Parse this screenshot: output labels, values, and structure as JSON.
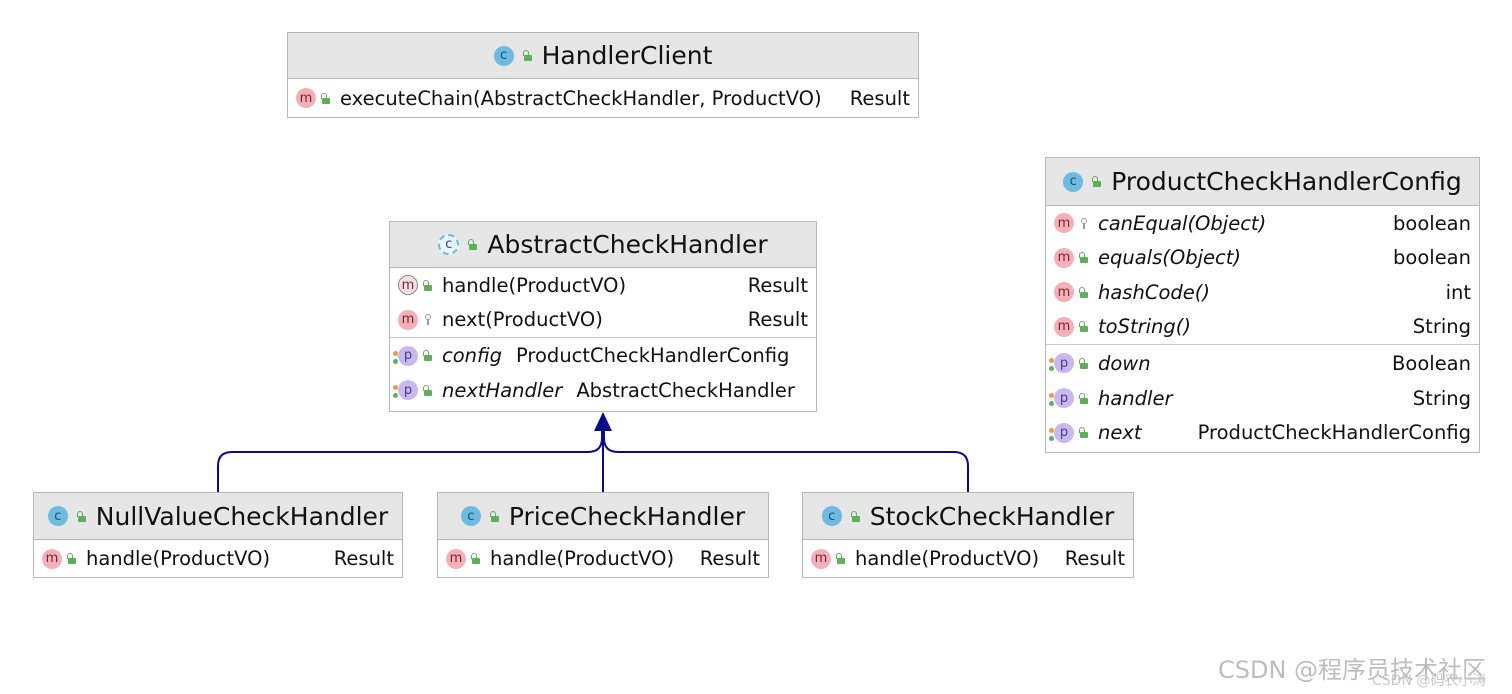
{
  "diagram": {
    "classes": {
      "handler_client": {
        "name": "HandlerClient",
        "methods": [
          {
            "name": "executeChain(AbstractCheckHandler, ProductVO)",
            "type": "Result"
          }
        ]
      },
      "abstract_check_handler": {
        "name": "AbstractCheckHandler",
        "methods": [
          {
            "name": "handle(ProductVO)",
            "type": "Result"
          },
          {
            "name": "next(ProductVO)",
            "type": "Result"
          }
        ],
        "properties": [
          {
            "name": "config",
            "type": "ProductCheckHandlerConfig"
          },
          {
            "name": "nextHandler",
            "type": "AbstractCheckHandler"
          }
        ]
      },
      "product_check_handler_config": {
        "name": "ProductCheckHandlerConfig",
        "methods": [
          {
            "name": "canEqual(Object)",
            "type": "boolean"
          },
          {
            "name": "equals(Object)",
            "type": "boolean"
          },
          {
            "name": "hashCode()",
            "type": "int"
          },
          {
            "name": "toString()",
            "type": "String"
          }
        ],
        "properties": [
          {
            "name": "down",
            "type": "Boolean"
          },
          {
            "name": "handler",
            "type": "String"
          },
          {
            "name": "next",
            "type": "ProductCheckHandlerConfig"
          }
        ]
      },
      "null_value_check_handler": {
        "name": "NullValueCheckHandler",
        "methods": [
          {
            "name": "handle(ProductVO)",
            "type": "Result"
          }
        ]
      },
      "price_check_handler": {
        "name": "PriceCheckHandler",
        "methods": [
          {
            "name": "handle(ProductVO)",
            "type": "Result"
          }
        ]
      },
      "stock_check_handler": {
        "name": "StockCheckHandler",
        "methods": [
          {
            "name": "handle(ProductVO)",
            "type": "Result"
          }
        ]
      }
    },
    "icons": {
      "class": "c",
      "method": "m",
      "property": "p"
    },
    "colors": {
      "inheritance_line": "#0b0b8a",
      "header_bg": "#e6e6e6",
      "class_badge": "#6dbbe0",
      "method_badge": "#f4b0b8",
      "property_badge": "#c9b8ee"
    }
  },
  "watermarks": {
    "csdn": "CSDN @程序员技术社区",
    "csdn_sub": "CSDN @码农小涛"
  }
}
